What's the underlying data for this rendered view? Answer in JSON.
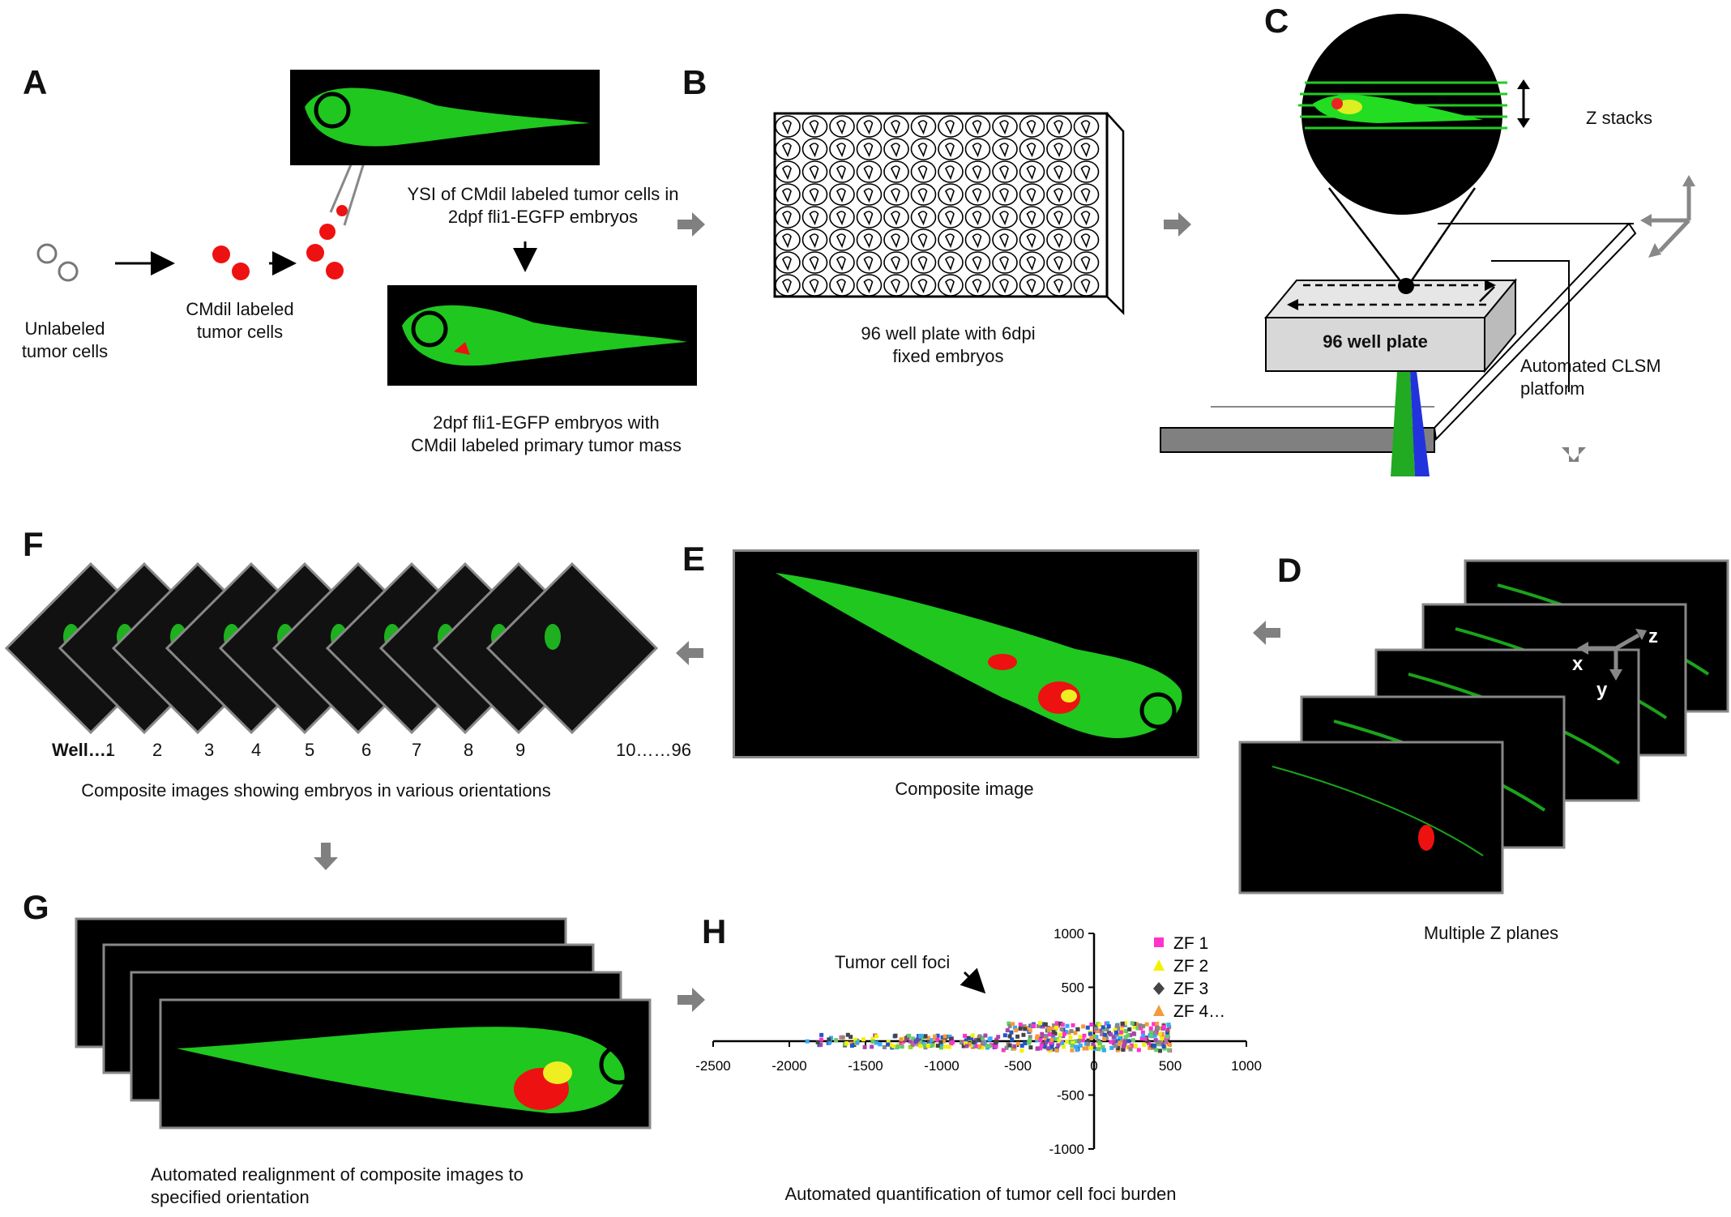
{
  "panels": {
    "A": "A",
    "B": "B",
    "C": "C",
    "D": "D",
    "E": "E",
    "F": "F",
    "G": "G",
    "H": "H"
  },
  "panel_a": {
    "unlabeled": [
      "Unlabeled",
      "tumor cells"
    ],
    "cmdil": [
      "CMdil labeled",
      "tumor cells"
    ],
    "ysi": [
      "YSI of CMdil labeled tumor cells in",
      "2dpf fli1-EGFP embryos"
    ],
    "primary": [
      "2dpf fli1-EGFP embryos with",
      "CMdil labeled primary tumor mass"
    ]
  },
  "panel_b": {
    "caption": [
      "96 well plate with 6dpi",
      "fixed embryos"
    ]
  },
  "panel_c": {
    "zstacks": "Z stacks",
    "plate": "96 well plate",
    "clsm": [
      "Automated CLSM",
      "platform"
    ]
  },
  "panel_d": {
    "caption": "Multiple Z planes",
    "axes": {
      "x": "x",
      "y": "y",
      "z": "z"
    }
  },
  "panel_e": {
    "caption": "Composite image"
  },
  "panel_f": {
    "well_prefix": "Well….",
    "wells": [
      "1",
      "2",
      "3",
      "4",
      "5",
      "6",
      "7",
      "8",
      "9",
      "10……96"
    ],
    "caption": "Composite images showing embryos in various orientations"
  },
  "panel_g": {
    "caption": [
      "Automated realignment of composite images to",
      "specified orientation"
    ]
  },
  "panel_h": {
    "caption": "Automated quantification of tumor cell foci burden",
    "annotation": "Tumor cell foci"
  },
  "chart_data": {
    "type": "scatter",
    "xlim": [
      -2500,
      1000
    ],
    "ylim": [
      -1000,
      1000
    ],
    "x_ticks": [
      -2500,
      -2000,
      -1500,
      -1000,
      -500,
      0,
      500,
      1000
    ],
    "y_ticks": [
      1000,
      500,
      -500,
      -1000
    ],
    "series": [
      {
        "name": "ZF 1",
        "color": "#ff33cc",
        "marker": "square"
      },
      {
        "name": "ZF 2",
        "color": "#f2f200",
        "marker": "triangle"
      },
      {
        "name": "ZF 3",
        "color": "#444444",
        "marker": "diamond"
      },
      {
        "name": "ZF 4…",
        "color": "#f59a3c",
        "marker": "triangle"
      }
    ]
  },
  "colors": {
    "arrow_gray": "#808080",
    "embryo_green": "#22dd22",
    "tumor_red": "#ee1111",
    "frame_gray": "#888888"
  }
}
